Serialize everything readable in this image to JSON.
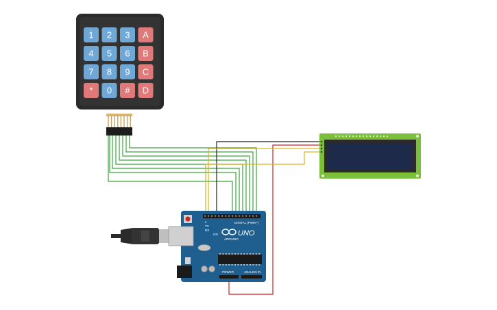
{
  "keypad": {
    "keys": [
      {
        "label": "1",
        "color": "#6fa8d6"
      },
      {
        "label": "2",
        "color": "#6fa8d6"
      },
      {
        "label": "3",
        "color": "#6fa8d6"
      },
      {
        "label": "A",
        "color": "#e07a7a"
      },
      {
        "label": "4",
        "color": "#6fa8d6"
      },
      {
        "label": "5",
        "color": "#6fa8d6"
      },
      {
        "label": "6",
        "color": "#6fa8d6"
      },
      {
        "label": "B",
        "color": "#e07a7a"
      },
      {
        "label": "7",
        "color": "#6fa8d6"
      },
      {
        "label": "8",
        "color": "#6fa8d6"
      },
      {
        "label": "9",
        "color": "#6fa8d6"
      },
      {
        "label": "C",
        "color": "#e07a7a"
      },
      {
        "label": "*",
        "color": "#e07a7a"
      },
      {
        "label": "0",
        "color": "#6fa8d6"
      },
      {
        "label": "#",
        "color": "#e07a7a"
      },
      {
        "label": "D",
        "color": "#e07a7a"
      }
    ]
  },
  "arduino": {
    "model_label": "UNO",
    "brand_label": "ARDUINO",
    "digital_label": "DIGITAL (PWM~)",
    "power_label": "POWER",
    "analog_label": "ANALOG IN",
    "tx_label": "TX",
    "rx_label": "RX",
    "l_label": "L",
    "on_label": "ON"
  },
  "colors": {
    "keypad_body": "#2b2b2b",
    "wire_green": "#3aa33a",
    "wire_red": "#cc2222",
    "wire_black": "#222222",
    "wire_yellow": "#e0b020",
    "board_blue": "#1f5f8f",
    "lcd_pcb": "#7bbf3a",
    "lcd_screen": "#1e2a4a"
  }
}
